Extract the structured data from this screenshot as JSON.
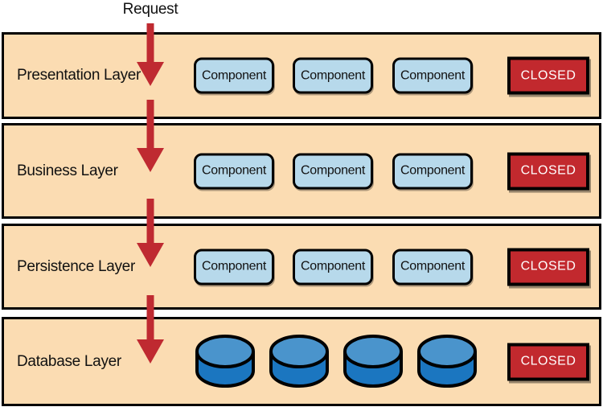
{
  "diagram": {
    "request_label": "Request",
    "layers": [
      {
        "label": "Presentation Layer",
        "components": [
          "Component",
          "Component",
          "Component"
        ],
        "closed_label": "CLOSED"
      },
      {
        "label": "Business Layer",
        "components": [
          "Component",
          "Component",
          "Component"
        ],
        "closed_label": "CLOSED"
      },
      {
        "label": "Persistence Layer",
        "components": [
          "Component",
          "Component",
          "Component"
        ],
        "closed_label": "CLOSED"
      },
      {
        "label": "Database Layer",
        "database_count": 4,
        "closed_label": "CLOSED"
      }
    ]
  },
  "colors": {
    "page_bg": "#ffffff",
    "band_bg": "#fbdcb2",
    "band_border": "#000000",
    "component_bg": "#b7d9eb",
    "component_border": "#000000",
    "closed_bg": "#c2292e",
    "closed_text": "#ffffff",
    "arrow_red": "#bf2a31",
    "cylinder_top": "#4a94cc",
    "cylinder_body": "#1b76c0",
    "text": "#111111"
  }
}
